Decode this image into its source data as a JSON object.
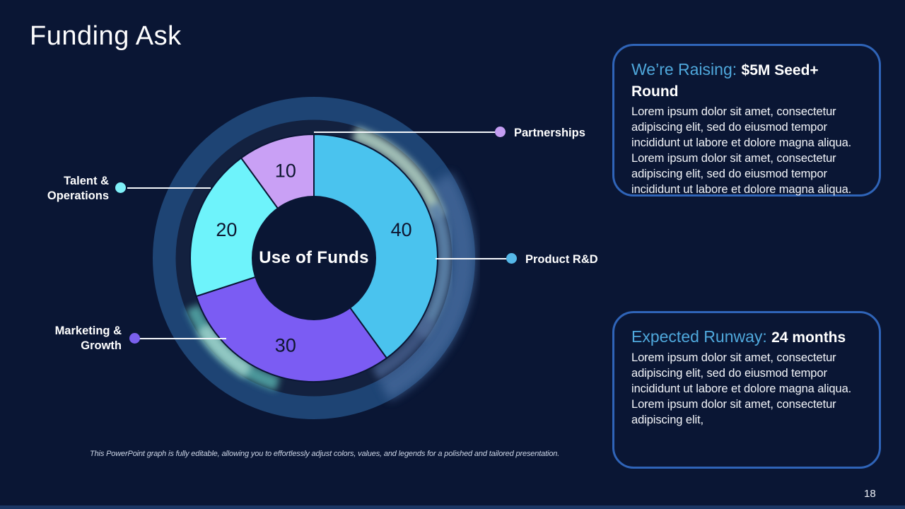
{
  "slide": {
    "title": "Funding Ask",
    "page_number": "18",
    "footnote": "This PowerPoint graph is fully editable, allowing you to effortlessly adjust colors, values, and legends for a polished and tailored presentation."
  },
  "chart_data": {
    "type": "pie",
    "subtype": "donut",
    "center_label": "Use of Funds",
    "categories": [
      "Product R&D",
      "Marketing & Growth",
      "Talent & Operations",
      "Partnerships"
    ],
    "values": [
      40,
      30,
      20,
      10
    ],
    "colors": [
      "#4ac3ee",
      "#7b5cf3",
      "#6ef3fb",
      "#c9a0f5"
    ],
    "value_label_color": "#0e1630",
    "start_angle_deg": 0,
    "direction": "clockwise",
    "legend_position": "callouts"
  },
  "callouts": [
    {
      "id": "partnerships",
      "label": "Partnerships",
      "dot_color": "#c49df2"
    },
    {
      "id": "talent",
      "label_line1": "Talent &",
      "label_line2": "Operations",
      "dot_color": "#7ff0f8"
    },
    {
      "id": "marketing",
      "label_line1": "Marketing &",
      "label_line2": "Growth",
      "dot_color": "#7a60ee"
    },
    {
      "id": "product",
      "label": "Product R&D",
      "dot_color": "#55b8e8"
    }
  ],
  "panels": [
    {
      "heading": "We’re Raising: ",
      "heading_bold": "$5M Seed+ Round",
      "body": "Lorem ipsum dolor sit amet, consectetur adipiscing elit, sed do eiusmod tempor incididunt ut labore et dolore magna aliqua. Lorem ipsum dolor sit amet, consectetur adipiscing elit, sed do eiusmod tempor incididunt ut labore et dolore magna aliqua."
    },
    {
      "heading": "Expected Runway: ",
      "heading_bold": "24 months",
      "body": "Lorem ipsum dolor sit amet, consectetur adipiscing elit, sed do eiusmod tempor incididunt ut labore et dolore magna aliqua. Lorem ipsum dolor sit amet, consectetur adipiscing elit,"
    }
  ],
  "theme": {
    "background": "#0a1634",
    "panel_border": "#2f64b8",
    "accent_heading": "#4fa8dc",
    "outer_ring": "#1e4474",
    "leader_line": "#f4f7fb"
  }
}
